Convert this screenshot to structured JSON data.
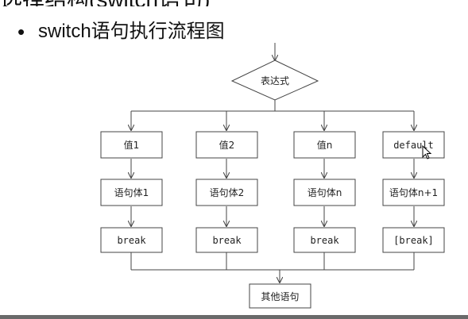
{
  "slide": {
    "title": "选择结构(switch语句)",
    "bullet_text": "switch语句执行流程图"
  },
  "flowchart": {
    "expression": "表达式",
    "cases": [
      {
        "value": "值1",
        "body": "语句体1",
        "break": "break"
      },
      {
        "value": "值2",
        "body": "语句体2",
        "break": "break"
      },
      {
        "value": "值n",
        "body": "语句体n",
        "break": "break"
      },
      {
        "value": "default",
        "body": "语句体n+1",
        "break": "[break]"
      }
    ],
    "end": "其他语句"
  },
  "colors": {
    "line": "#444444",
    "bottom_bar": "#6a6a6a"
  }
}
